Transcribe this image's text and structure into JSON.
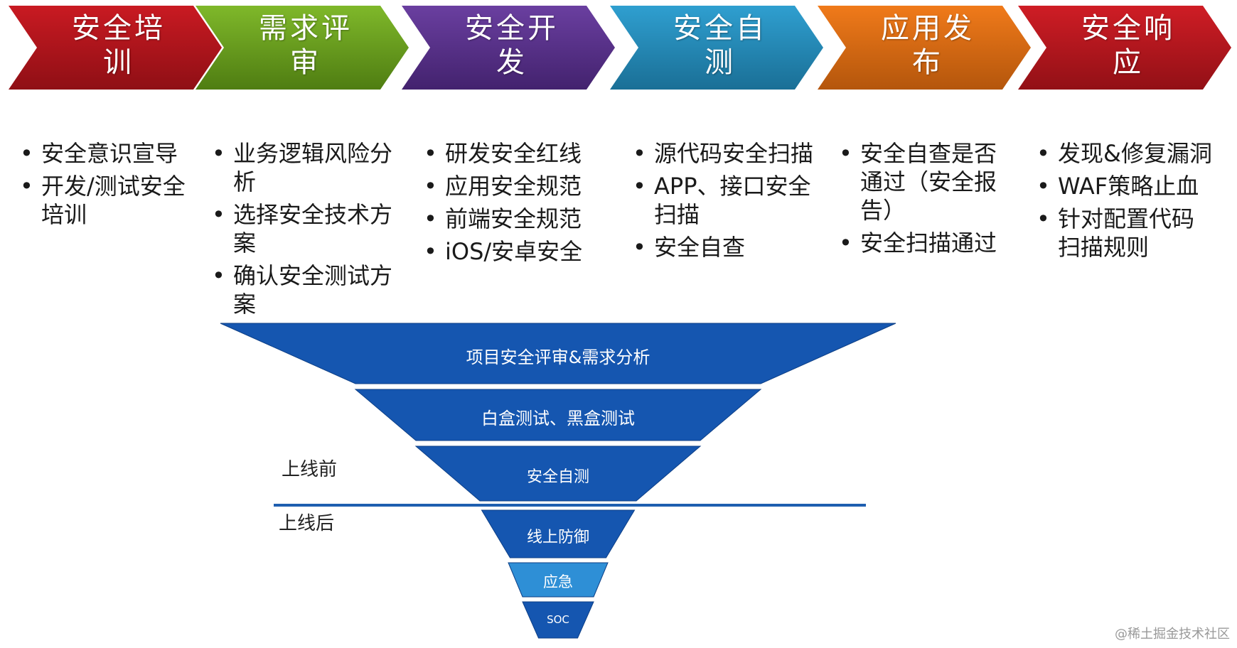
{
  "chevrons": [
    {
      "line1": "安全培",
      "line2": "训",
      "color": "#c91a22",
      "dark": "#8f0f15"
    },
    {
      "line1": "需求评",
      "line2": "审",
      "color": "#7fb82a",
      "dark": "#4f7d12"
    },
    {
      "line1": "安全开",
      "line2": "发",
      "color": "#6a3fa0",
      "dark": "#43226e"
    },
    {
      "line1": "安全自",
      "line2": "测",
      "color": "#2f9fd0",
      "dark": "#1a6f96"
    },
    {
      "line1": "应用发",
      "line2": "布",
      "color": "#f07a1a",
      "dark": "#b4560c"
    },
    {
      "line1": "安全响",
      "line2": "应",
      "color": "#cf1d25",
      "dark": "#921016"
    }
  ],
  "columns": [
    {
      "items": [
        "安全意识宣导",
        "开发/测试安全培训"
      ]
    },
    {
      "items": [
        "业务逻辑风险分析",
        "选择安全技术方案",
        "确认安全测试方案"
      ]
    },
    {
      "items": [
        "研发安全红线",
        "应用安全规范",
        "前端安全规范",
        "iOS/安卓安全"
      ]
    },
    {
      "items": [
        "源代码安全扫描",
        "APP、接口安全扫描",
        "安全自查"
      ]
    },
    {
      "items": [
        "安全自查是否通过（安全报告）",
        "安全扫描通过"
      ]
    },
    {
      "items": [
        "发现&修复漏洞",
        "WAF策略止血",
        "针对配置代码扫描规则"
      ]
    }
  ],
  "funnel": {
    "levels": [
      {
        "label": "项目安全评审&需求分析"
      },
      {
        "label": "白盒测试、黑盒测试"
      },
      {
        "label": "安全自测"
      },
      {
        "label": "线上防御"
      },
      {
        "label": "应急"
      },
      {
        "label": "SOC"
      }
    ],
    "color": "#1556b0",
    "light_color": "#2e8fd6",
    "divider_color": "#1f5fb0",
    "before_label": "上线前",
    "after_label": "上线后"
  },
  "watermark": "@稀土掘金技术社区"
}
